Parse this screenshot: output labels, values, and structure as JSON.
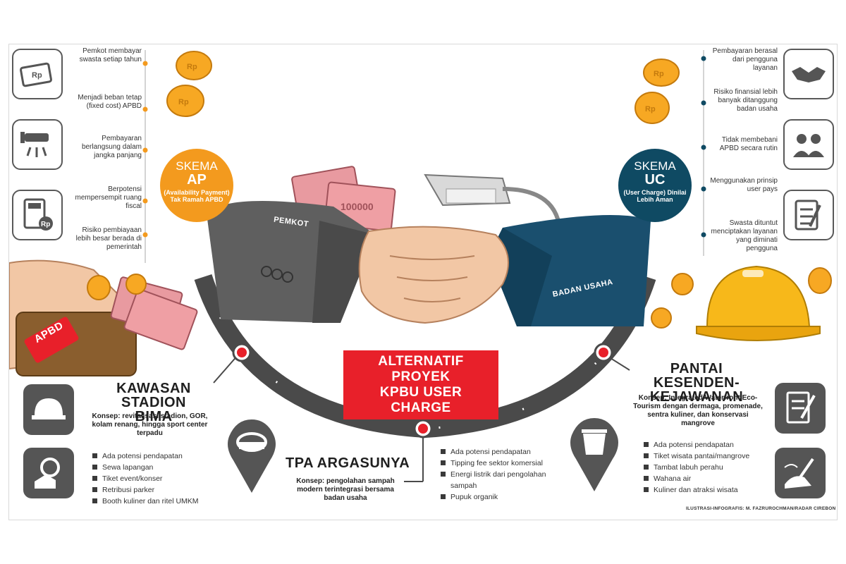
{
  "left_notes": [
    "Pemkot membayar swasta setiap tahun",
    "Menjadi beban tetap (fixed cost) APBD",
    "Pembayaran berlangsung dalam jangka panjang",
    "Berpotensi mempersempit ruang fiscal",
    "Risiko pembiayaan lebih besar berada di pemerintah"
  ],
  "right_notes": [
    "Pembayaran berasal dari pengguna layanan",
    "Risiko finansial lebih banyak ditanggung badan usaha",
    "Tidak membebani APBD secara rutin",
    "Menggunakan prinsip user pays",
    "Swasta dituntut menciptakan layanan yang diminati pengguna"
  ],
  "skema_ap": {
    "line1": "SKEMA",
    "line2": "AP",
    "line3": "(Availability Payment) Tak Ramah APBD",
    "color": "#f39a1e"
  },
  "skema_uc": {
    "line1": "SKEMA",
    "line2": "UC",
    "line3": "(User Charge) Dinilai Lebih Aman",
    "color": "#0f4a63"
  },
  "arm_labels": {
    "left": "PEMKOT",
    "right": "BADAN USAHA"
  },
  "wallet_tag": "APBD",
  "main_title": {
    "line1": "ALTERNATIF PROYEK",
    "line2": "KPBU USER CHARGE",
    "color": "#e8202a"
  },
  "stadion": {
    "title_line1": "KAWASAN",
    "title_line2": "STADION BIMA",
    "concept": "Konsep: revitalisasi stadion, GOR, kolam renang, hingga sport center terpadu",
    "items": [
      "Ada potensi pendapatan",
      "Sewa lapangan",
      "Tiket event/konser",
      "Retribusi parker",
      "Booth kuliner dan ritel UMKM"
    ]
  },
  "tpa": {
    "title": "TPA ARGASUNYA",
    "concept": "Konsep: pengolahan sampah modern terintegrasi bersama badan usaha",
    "items": [
      "Ada potensi pendapatan",
      "Tipping fee sektor komersial",
      "Energi listrik dari pengolahan sampah",
      "Pupuk organik"
    ]
  },
  "pantai": {
    "title_line1": "PANTAI KESENDEN-",
    "title_line2": "KEJAWANAN",
    "concept": "Konsep: Integrated Waterfront Eco-Tourism dengan dermaga, promenade, sentra kuliner, dan konservasi mangrove",
    "items": [
      "Ada potensi pendapatan",
      "Tiket wisata pantai/mangrove",
      "Tambat labuh perahu",
      "Wahana air",
      "Kuliner dan atraksi wisata"
    ]
  },
  "credit": "ILUSTRASI-INFOGRAFIS: M. FAZRUROCHMAN/RADAR CIREBON",
  "colors": {
    "orange": "#f39a1e",
    "navy": "#0f4a63",
    "red": "#e8202a",
    "arc": "#4a4a4a",
    "dark": "#555555"
  }
}
